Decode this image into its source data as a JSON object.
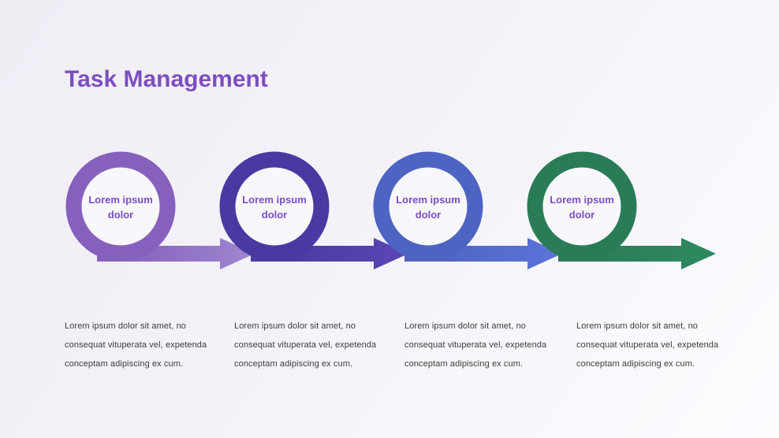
{
  "slide": {
    "title": "Task Management",
    "title_color": "#7C4EBE",
    "background_from": "#F0EEF5",
    "background_to": "#FCFBFE",
    "label_color": "#7B4EC4",
    "description_color": "#3B3B3B"
  },
  "steps": [
    {
      "label": "Lorem ipsum dolor",
      "description": "Lorem ipsum dolor sit amet, no consequat vituperata vel, expetenda conceptam adipiscing ex cum.",
      "color": "#8660BD",
      "color_light": "#9F87CF"
    },
    {
      "label": "Lorem ipsum dolor",
      "description": "Lorem ipsum dolor sit amet, no consequat vituperata vel, expetenda conceptam adipiscing ex cum.",
      "color": "#483AA0",
      "color_light": "#5C46B4"
    },
    {
      "label": "Lorem ipsum dolor",
      "description": "Lorem ipsum dolor sit amet, no consequat vituperata vel, expetenda conceptam adipiscing ex cum.",
      "color": "#4D64C3",
      "color_light": "#5B74D8"
    },
    {
      "label": "Lorem ipsum dolor",
      "description": "Lorem ipsum dolor sit amet, no consequat vituperata vel, expetenda conceptam adipiscing ex cum.",
      "color": "#2A7B57",
      "color_light": "#2E8A60"
    }
  ]
}
